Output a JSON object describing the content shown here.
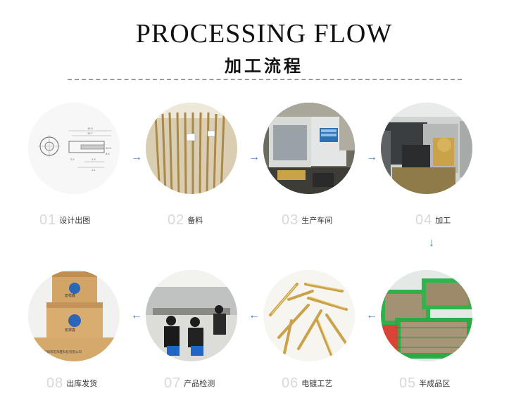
{
  "header": {
    "title": "PROCESSING FLOW",
    "subtitle": "加工流程"
  },
  "steps": [
    {
      "num": "01",
      "label": "设计出图"
    },
    {
      "num": "02",
      "label": "备料"
    },
    {
      "num": "03",
      "label": "生产车间"
    },
    {
      "num": "04",
      "label": "加工"
    },
    {
      "num": "05",
      "label": "半成品区"
    },
    {
      "num": "06",
      "label": "电镀工艺"
    },
    {
      "num": "07",
      "label": "产品检测"
    },
    {
      "num": "08",
      "label": "出库发货"
    }
  ],
  "drawing_dims": [
    "16.5",
    "15.7",
    "10.9",
    "8.6",
    "2.5",
    "1.9",
    "1.1"
  ],
  "box_print": {
    "brand": "宏祥鑫",
    "company": "深圳市宏祥鑫科技有限公司"
  },
  "colors": {
    "arrow": "#3a7bd5",
    "step_number": "#d8d8d8",
    "brass": "#c9a24a"
  }
}
